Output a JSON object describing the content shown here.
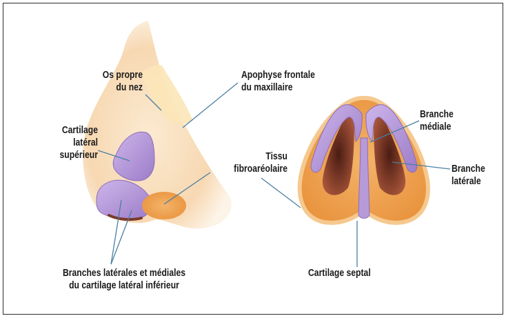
{
  "labels": {
    "os_propre": [
      "Os propre",
      "du nez"
    ],
    "apophyse": [
      "Apophyse frontale",
      "du maxillaire"
    ],
    "cartilage_lateral_sup": [
      "Cartilage",
      "latéral",
      "supérieur"
    ],
    "tissu": [
      "Tissu",
      "fibroaréolaire"
    ],
    "branche_mediale": [
      "Branche",
      "médiale"
    ],
    "branche_laterale": [
      "Branche",
      "latérale"
    ],
    "branches_inferieur": [
      "Branches latérales et médiales",
      "du cartilage latéral inférieur"
    ],
    "cartilage_septal": [
      "Cartilage septal"
    ]
  },
  "colors": {
    "skin": "#f7d9b0",
    "skin_dark": "#eab07a",
    "cartilage": "#b79ad8",
    "cartilage_light": "#d9c6ee",
    "fibro": "#f0a552",
    "nostril": "#6b2f22",
    "leader": "#4a7fa0"
  }
}
